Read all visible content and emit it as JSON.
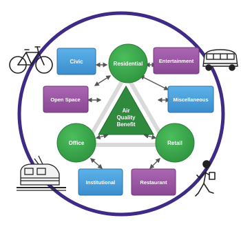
{
  "diagram": {
    "center": {
      "lines": [
        "Air",
        "Quality",
        "Benefit"
      ]
    },
    "circles": {
      "residential": "Residential",
      "office": "Office",
      "retail": "Retail"
    },
    "boxes": {
      "civic": "Civic",
      "entertainment": "Entertainment",
      "open_space": "Open Space",
      "miscellaneous": "Miscellaneous",
      "institutional": "Institutional",
      "restaurant": "Restaurant"
    },
    "icons": [
      "bicycle-icon",
      "bus-icon",
      "train-icon",
      "pedestrian-icon"
    ],
    "colors": {
      "ring": "#3f2a86",
      "green": "#3aa54a",
      "blue": "#4a9fdd",
      "purple": "#9b55a3",
      "triangle": "#2f8a3e"
    }
  }
}
